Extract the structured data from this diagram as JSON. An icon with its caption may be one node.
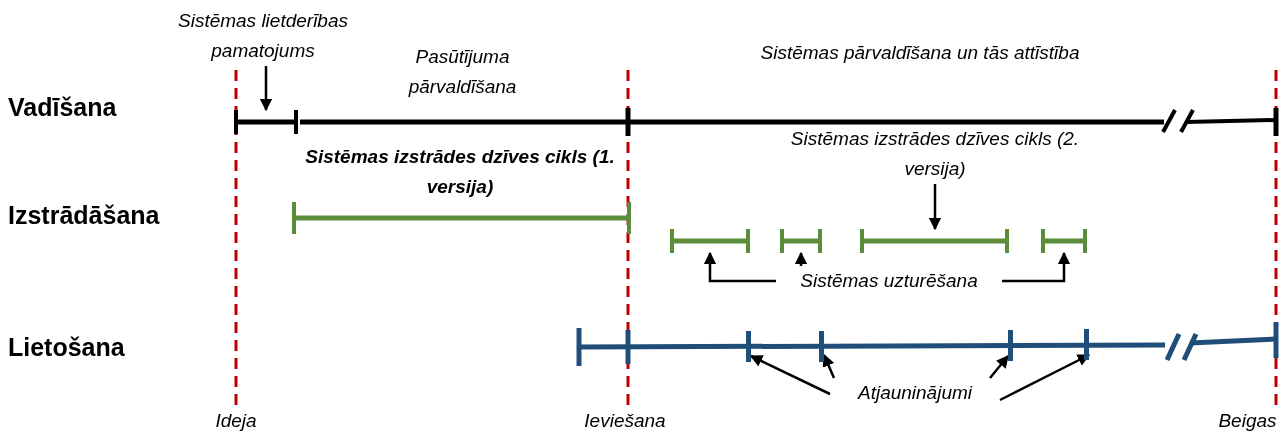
{
  "diagram": {
    "nodes": [
      {
        "text": [
          "Sistēmas lietderības pamatojums"
        ]
      },
      {
        "text": [],
        "shape": "bar"
      },
      {
        "text": [],
        "shape": "bar"
      },
      {
        "text": [
          "*Sistēmas izstrādes dzīves cikls* (*2. versija*)"
        ]
      },
      {
        "text": [],
        "shape": "bar"
      },
      {
        "text": [],
        "shape": "bar"
      },
      {
        "text": [],
        "shape": "bar"
      },
      {
        "text": [],
        "shape": "bar"
      },
      {
        "text": [
          "Sistēmas uzturēšana"
        ]
      },
      {
        "text": [],
        "shape": "bar"
      },
      {
        "text": [],
        "shape": "bar"
      },
      {
        "text": [],
        "shape": "bar"
      },
      {
        "text": [],
        "shape": "bar"
      },
      {
        "text": [
          "Atjauninājumi"
        ]
      }
    ],
    "edges": [
      {
        "from": 0,
        "to": 1,
        "arrow": "to"
      },
      {
        "from": 3,
        "to": 6,
        "arrow": "to"
      },
      {
        "from": 8,
        "to": 4,
        "arrow": "to"
      },
      {
        "from": 8,
        "to": 5,
        "arrow": "to"
      },
      {
        "from": 8,
        "to": 7,
        "arrow": "to"
      },
      {
        "from": 13,
        "to": 9,
        "arrow": "to"
      },
      {
        "from": 13,
        "to": 10,
        "arrow": "to"
      },
      {
        "from": 13,
        "to": 11,
        "arrow": "to"
      },
      {
        "from": 13,
        "to": 12,
        "arrow": "to"
      }
    ],
    "labels": [
      "Vadīšana",
      "Pasūtījuma pārvaldīšana",
      "Sistēmas pārvaldīšana un tās attīstība",
      "*Sistēmas izstrādes dzīves cikls* (*1. versija*)",
      "Izstrādāšana",
      "Lietošana",
      "Ideja",
      "Ieviešana",
      "Beigas"
    ]
  }
}
